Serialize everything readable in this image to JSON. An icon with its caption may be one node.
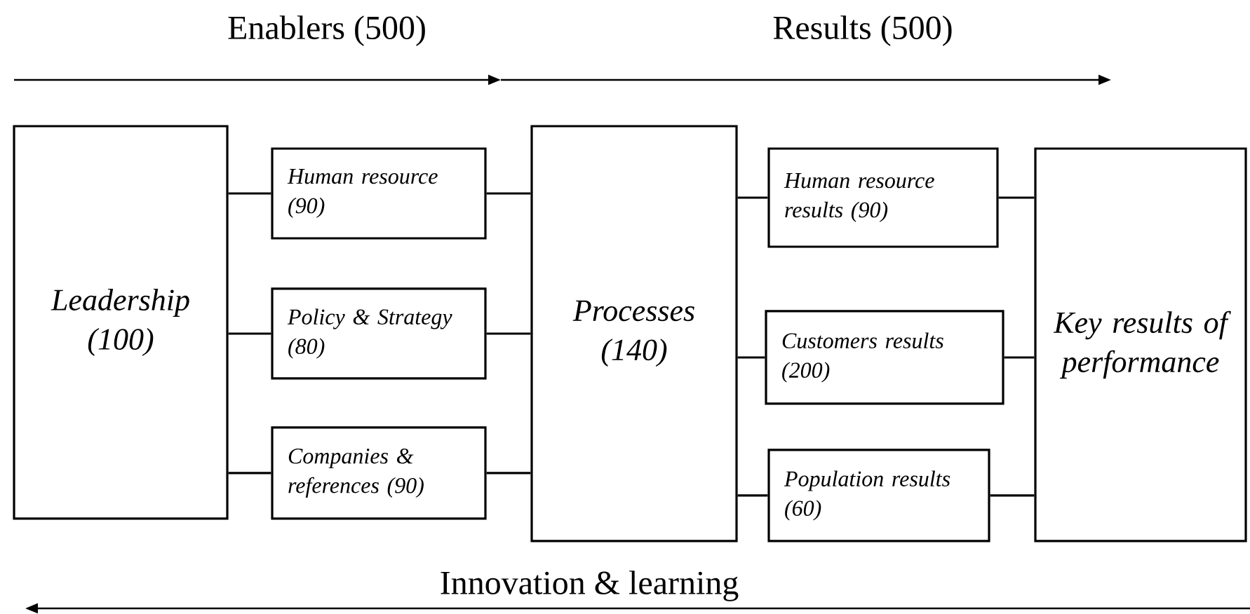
{
  "diagram": {
    "nodes": [
      {
        "text": [
          "Leadership (100)"
        ]
      },
      {
        "text": [
          "Human resource (90)"
        ]
      },
      {
        "text": [
          "Policy & Strategy (80)"
        ]
      },
      {
        "text": [
          "Companies & references (90)"
        ]
      },
      {
        "text": [
          "Processes (140)"
        ]
      },
      {
        "text": [
          "Human resource results (90)"
        ]
      },
      {
        "text": [
          "Customers results (200)"
        ]
      },
      {
        "text": [
          "Population results (60)"
        ]
      },
      {
        "text": [
          "Key results of performance"
        ]
      }
    ],
    "edges": [
      {
        "from": 0,
        "to": 1,
        "arrow": "none"
      },
      {
        "from": 0,
        "to": 2,
        "arrow": "none"
      },
      {
        "from": 0,
        "to": 3,
        "arrow": "none"
      },
      {
        "from": 1,
        "to": 4,
        "arrow": "none"
      },
      {
        "from": 2,
        "to": 4,
        "arrow": "none"
      },
      {
        "from": 3,
        "to": 4,
        "arrow": "none"
      },
      {
        "from": 4,
        "to": 5,
        "arrow": "none"
      },
      {
        "from": 4,
        "to": 6,
        "arrow": "none"
      },
      {
        "from": 4,
        "to": 7,
        "arrow": "none"
      },
      {
        "from": 5,
        "to": 8,
        "arrow": "none"
      },
      {
        "from": 6,
        "to": 8,
        "arrow": "none"
      },
      {
        "from": 7,
        "to": 8,
        "arrow": "none"
      }
    ],
    "labels": [
      "Enablers (500)",
      "Results (500)",
      "Innovation & learning"
    ]
  }
}
